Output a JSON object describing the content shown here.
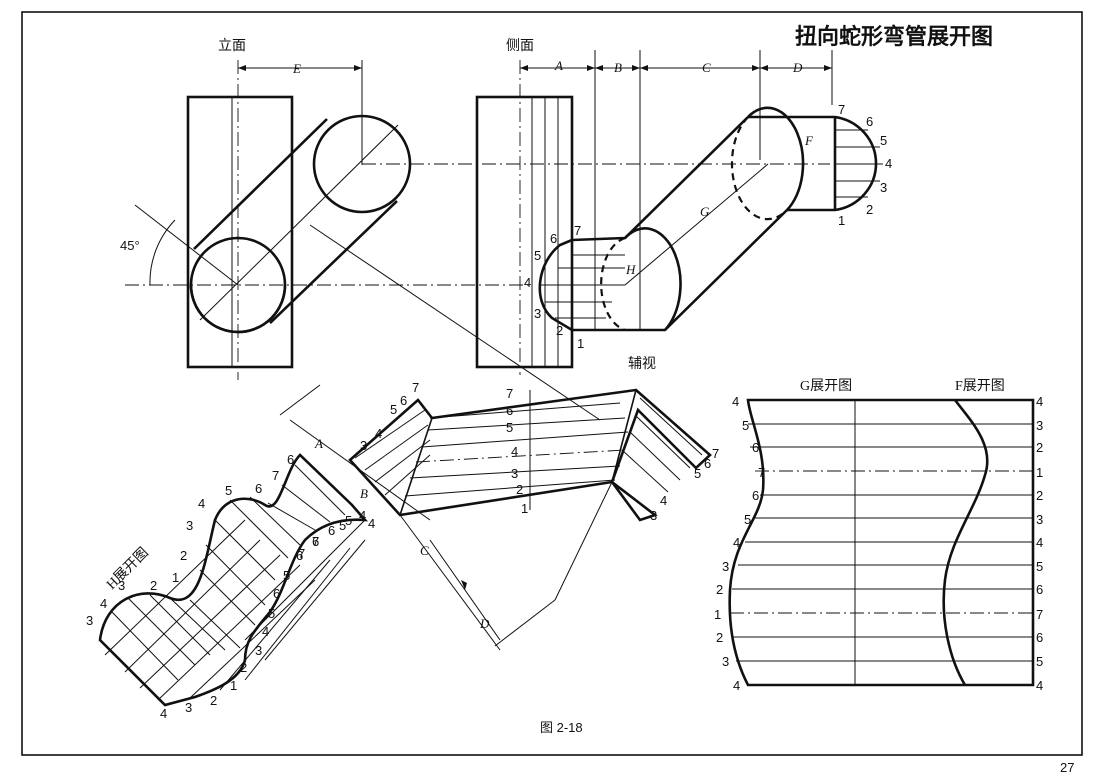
{
  "title": "扭向蛇形弯管展开图",
  "views": {
    "front": "立面",
    "side": "侧面",
    "aux": "辅视"
  },
  "dims": {
    "E": "E",
    "A": "A",
    "B": "B",
    "C": "C",
    "D": "D",
    "angle": "45°"
  },
  "surfaces": {
    "F": "F",
    "G": "G",
    "H": "H"
  },
  "developments": {
    "H": "H展开图",
    "G": "G展开图",
    "F": "F展开图"
  },
  "side_points": [
    "7",
    "6",
    "5",
    "4",
    "3",
    "2",
    "1"
  ],
  "f_points": [
    "7",
    "6",
    "5",
    "4",
    "3",
    "2",
    "1"
  ],
  "g_left": [
    "4",
    "5",
    "6",
    "7",
    "6",
    "5",
    "4",
    "3",
    "2",
    "1",
    "2",
    "3",
    "4"
  ],
  "f_right": [
    "4",
    "3",
    "2",
    "1",
    "2",
    "3",
    "4",
    "5",
    "6",
    "7",
    "6",
    "5",
    "4"
  ],
  "aux_left": [
    "7",
    "6",
    "5",
    "4",
    "3"
  ],
  "aux_mid": [
    "7",
    "6",
    "5",
    "4",
    "3",
    "2",
    "1"
  ],
  "aux_right": [
    "7",
    "6",
    "5",
    "4",
    "3"
  ],
  "h_top": [
    "3",
    "4",
    "3",
    "2",
    "1",
    "2",
    "3",
    "4",
    "5",
    "6",
    "7",
    "6"
  ],
  "h_mid": [
    "5",
    "6",
    "7",
    "6",
    "5",
    "4"
  ],
  "h_bottom": [
    "4",
    "3",
    "2",
    "1",
    "2",
    "3",
    "4",
    "5",
    "6",
    "7",
    "6",
    "5",
    "4"
  ],
  "caption": "图 2-18",
  "page_number": "27"
}
